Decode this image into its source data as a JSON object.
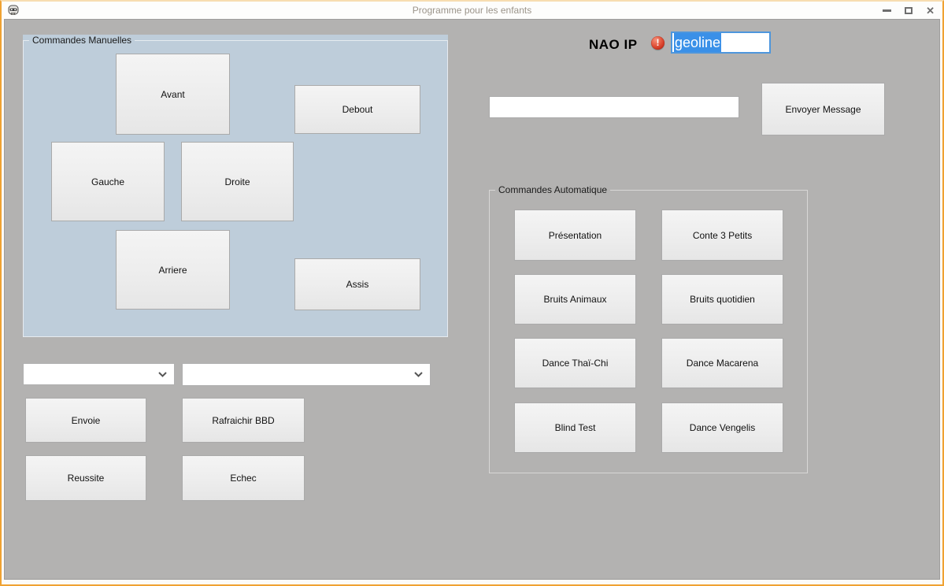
{
  "titlebar": {
    "title": "Programme pour les enfants"
  },
  "icons": {
    "app-icon": "robot-head",
    "minimize-icon": "thin-dash",
    "maximize-icon": "square-outline",
    "close-icon": "✕",
    "error-icon": "!",
    "dropdown-arrow-icon": "chevron-down"
  },
  "nao": {
    "label": "NAO IP",
    "input_value": "geoline"
  },
  "message": {
    "input_value": "",
    "send_button": "Envoyer Message"
  },
  "groups": {
    "manual": {
      "title": "Commandes Manuelles",
      "avant": "Avant",
      "debout": "Debout",
      "gauche": "Gauche",
      "droite": "Droite",
      "arriere": "Arriere",
      "assis": "Assis"
    },
    "auto": {
      "title": "Commandes Automatique",
      "buttons": [
        "Présentation",
        "Conte 3 Petits",
        "Bruits Animaux",
        "Bruits quotidien",
        "Dance Thaï-Chi",
        "Dance Macarena",
        "Blind Test",
        "Dance Vengelis"
      ]
    }
  },
  "combos": {
    "left_value": "",
    "right_value": ""
  },
  "actions": {
    "envoie": "Envoie",
    "rafraichir": "Rafraichir BBD",
    "reussite": "Reussite",
    "echec": "Echec"
  },
  "colors": {
    "frame_orange": "#f0a232",
    "client_gray": "#b3b2b1",
    "manual_panel_blue": "#becdda",
    "selection_blue": "#3a90e8",
    "focus_border_blue": "#4d96dd",
    "error_red": "#c62b18"
  }
}
